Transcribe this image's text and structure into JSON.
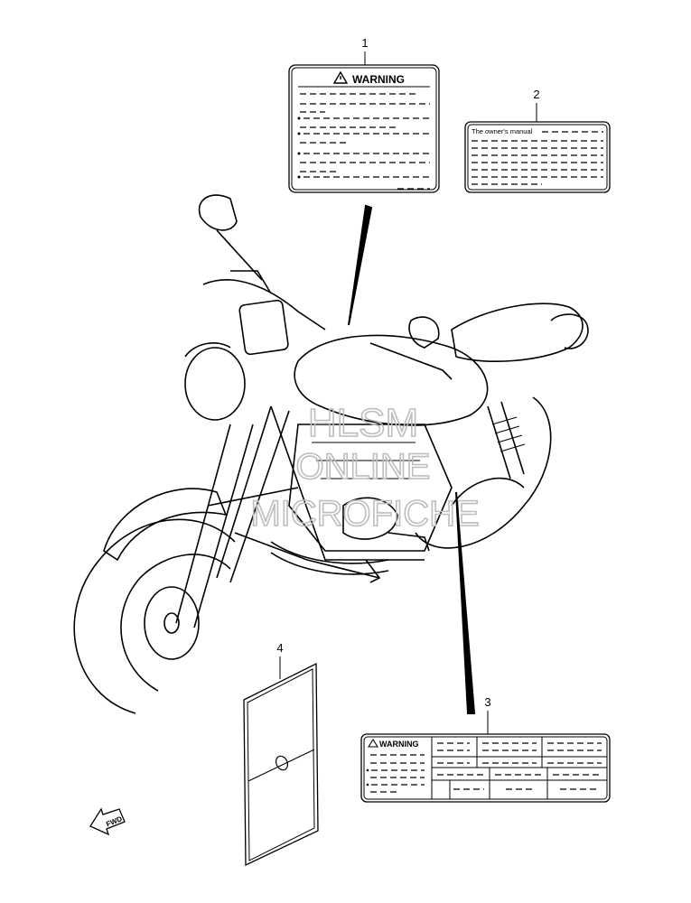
{
  "callouts": {
    "c1": "1",
    "c2": "2",
    "c3": "3",
    "c4": "4"
  },
  "label1": {
    "title": "WARNING",
    "icon": "warning-triangle-icon"
  },
  "label2": {
    "title": "The owner's manual"
  },
  "label3": {
    "title": "WARNING",
    "icon": "warning-triangle-icon"
  },
  "fwd": {
    "text": "FWD",
    "icon": "forward-arrow-icon"
  },
  "watermark": {
    "line1": "HLSM",
    "line2": "ONLINE",
    "line3": "MICROFICHE"
  },
  "colors": {
    "ink": "#000000",
    "watermark": "#bdbdbd",
    "paper": "#ffffff"
  }
}
